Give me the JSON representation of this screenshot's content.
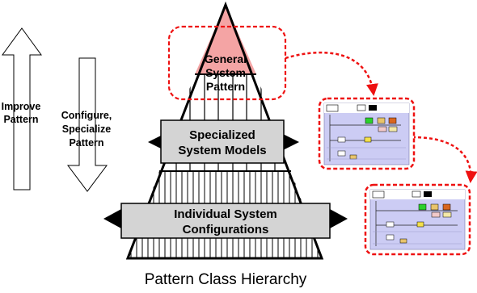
{
  "diagram": {
    "caption": "Pattern Class Hierarchy",
    "tiers": {
      "general": [
        "General",
        "System",
        "Pattern"
      ],
      "specialized": [
        "Specialized",
        "System Models"
      ],
      "individual": [
        "Individual System",
        "Configurations"
      ]
    },
    "arrows": {
      "improve": [
        "Improve",
        "Pattern"
      ],
      "configure": [
        "Configure,",
        "Specialize",
        "Pattern"
      ]
    },
    "colors": {
      "apex_fill": "#f4a4a4",
      "dashed_outline": "#ee1111",
      "box_fill": "#d4d4d4",
      "thumbnail_bg": "#ccccf4"
    }
  }
}
